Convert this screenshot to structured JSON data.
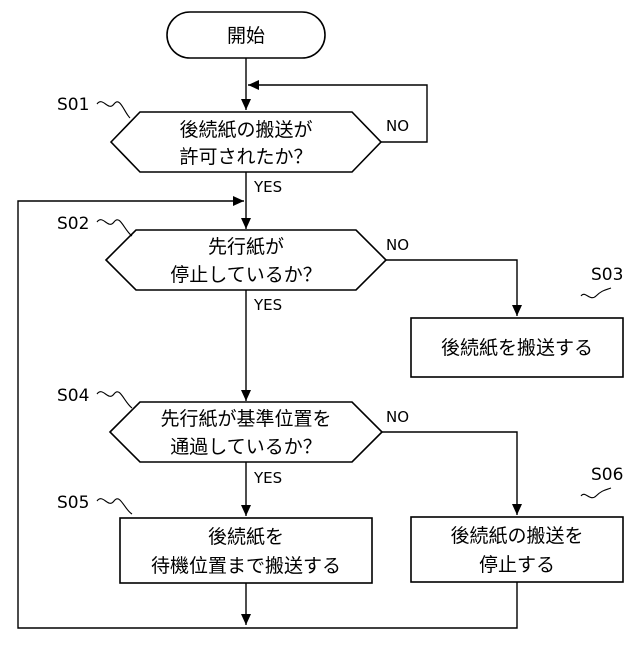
{
  "flowchart": {
    "start": {
      "text": "開始"
    },
    "steps": [
      {
        "id": "S01",
        "label": "S01",
        "lines": [
          "後続紙の搬送が",
          "許可されたか？"
        ],
        "yes": "YES",
        "no": "NO"
      },
      {
        "id": "S02",
        "label": "S02",
        "lines": [
          "先行紙が",
          "停止しているか？"
        ],
        "yes": "YES",
        "no": "NO"
      },
      {
        "id": "S03",
        "label": "S03",
        "lines": [
          "後続紙を搬送する"
        ]
      },
      {
        "id": "S04",
        "label": "S04",
        "lines": [
          "先行紙が基準位置を",
          "通過しているか？"
        ],
        "yes": "YES",
        "no": "NO"
      },
      {
        "id": "S05",
        "label": "S05",
        "lines": [
          "後続紙を",
          "待機位置まで搬送する"
        ]
      },
      {
        "id": "S06",
        "label": "S06",
        "lines": [
          "後続紙の搬送を",
          "停止する"
        ]
      }
    ]
  }
}
